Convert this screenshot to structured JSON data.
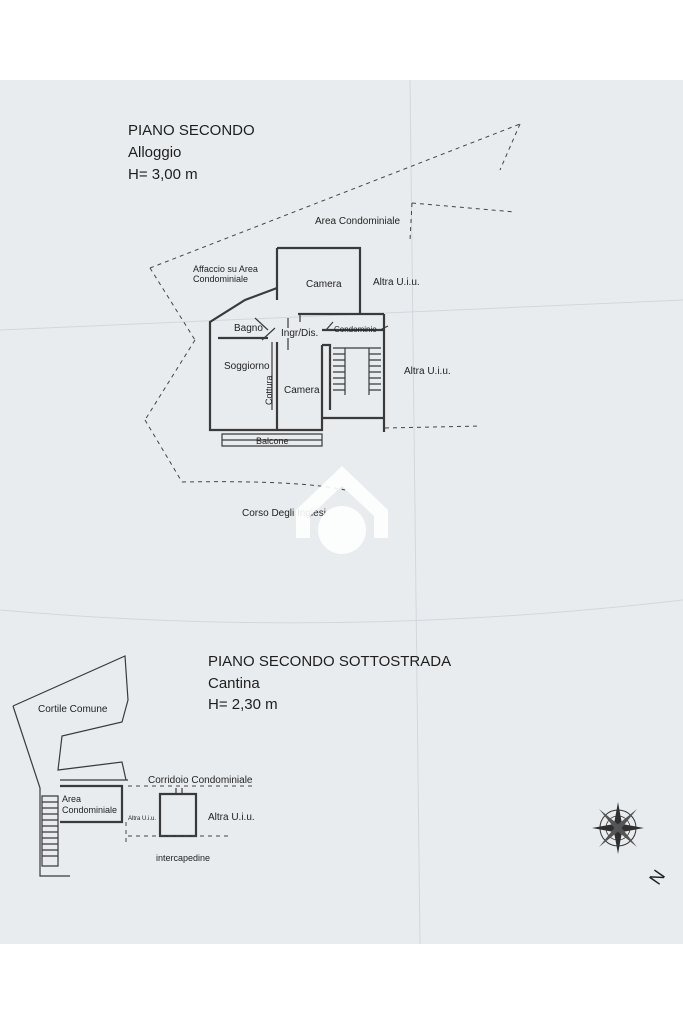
{
  "floor_upper": {
    "title": "PIANO SECONDO",
    "subtitle": "Alloggio",
    "height": "H= 3,00 m",
    "rooms": {
      "area_condominiale": "Area Condominiale",
      "affaccio_line1": "Affaccio su Area",
      "affaccio_line2": "Condominiale",
      "camera_top": "Camera",
      "altra_uiu_top": "Altra U.i.u.",
      "bagno": "Bagno",
      "ingresso": "Ingr/Dis.",
      "condominio": "Condominio",
      "soggiorno": "Soggiorno",
      "cottura": "Cottura",
      "camera_bottom": "Camera",
      "altra_uiu_right": "Altra U.i.u.",
      "balcone": "Balcone"
    },
    "street": "Corso Degli Inglesi"
  },
  "floor_lower": {
    "title": "PIANO SECONDO SOTTOSTRADA",
    "subtitle": "Cantina",
    "height": "H= 2,30 m",
    "rooms": {
      "cortile": "Cortile Comune",
      "corridoio": "Corridoio Condominiale",
      "area_line1": "Area",
      "area_line2": "Condominiale",
      "altra_uiu_small": "Altra U.i.u.",
      "altra_uiu": "Altra U.i.u.",
      "intercapedine": "intercapedine"
    }
  },
  "compass": {
    "north_label": "N"
  },
  "watermark_icon": "agency-logo-icon"
}
